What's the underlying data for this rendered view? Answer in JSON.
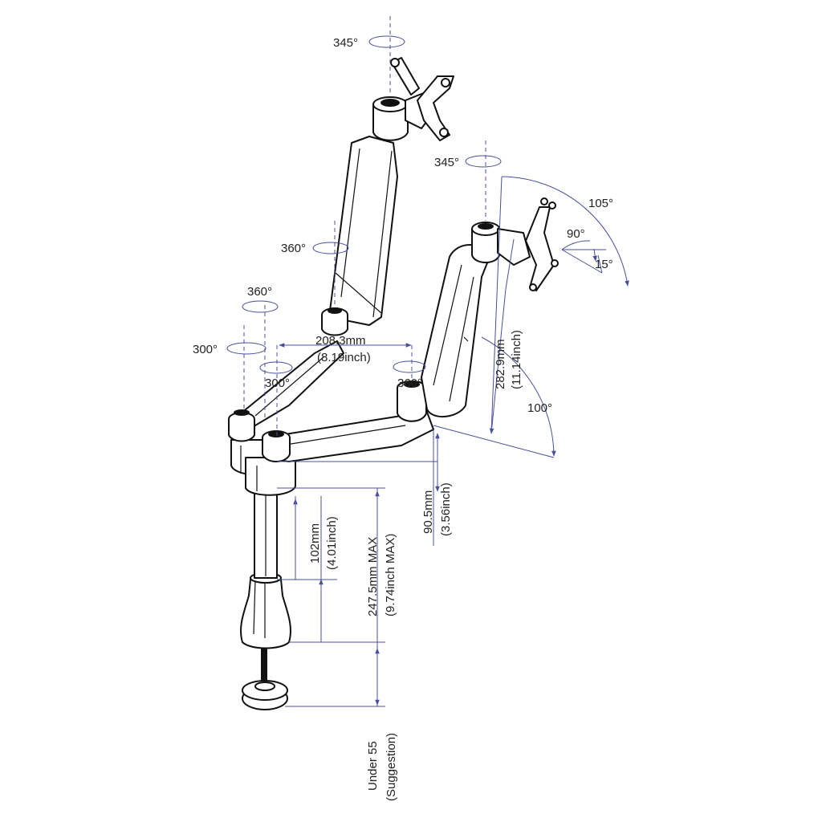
{
  "angles": {
    "top_head_swivel": "345°",
    "right_head_swivel": "345°",
    "right_tilt_range": "105°",
    "right_tilt_up": "90°",
    "right_tilt_down": "15°",
    "left_upper_rotation": "360°",
    "left_base_rotation": "360°",
    "left_pole_rotation": "300°",
    "inner_arm_rotation": "300°",
    "right_elbow_rotation": "360°",
    "right_arm_tilt": "100°"
  },
  "dimensions": {
    "arm_reach": "208.3mm",
    "arm_reach_inch": "(8.19inch)",
    "right_arm_height": "282.9mm",
    "right_arm_height_inch": "(11.14inch)",
    "collar_offset": "90.5mm",
    "collar_offset_inch": "(3.56inch)",
    "pole_adjust": "102mm",
    "pole_adjust_inch": "(4.01inch)",
    "max_height": "247.5mm MAX",
    "max_height_inch": "(9.74inch MAX)",
    "desk_thickness": "Under 55",
    "desk_thickness_note": "(Suggestion)"
  },
  "colors": {
    "line": "#111111",
    "dimension": "#4a4f9c"
  }
}
